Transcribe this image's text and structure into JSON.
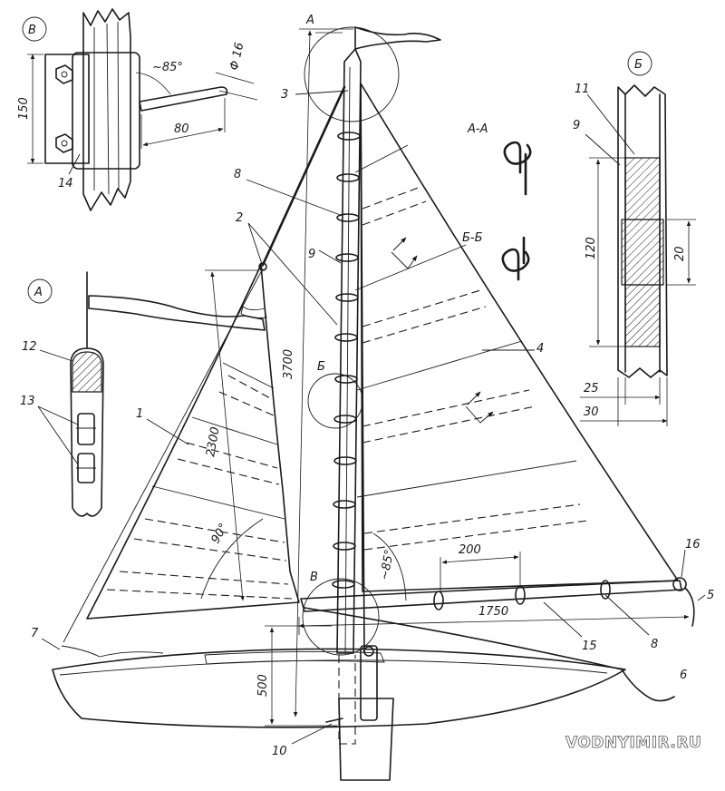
{
  "detail_views": {
    "v": {
      "marker": "В",
      "height_dim": "150",
      "angle": "~85°",
      "diameter": "Φ 16",
      "length": "80",
      "part": "14"
    },
    "a": {
      "marker": "А",
      "part_top": "12",
      "part_fittings": "13"
    },
    "b": {
      "marker": "Б",
      "part_top": "11",
      "part_side": "9",
      "height_dim": "120",
      "gap_dim": "20",
      "inner_width": "25",
      "outer_width": "30"
    }
  },
  "sections": {
    "aa": "А-А",
    "bb": "Б-Б"
  },
  "main_view": {
    "mast_height": "3700",
    "sail_edge": "2300",
    "right_angle": "90°",
    "boom_angle": "~85°",
    "hoop_spacing": "200",
    "boom_length": "1750",
    "mast_step_height": "500",
    "cut_a": "А",
    "cut_b": "Б",
    "node_v": "В"
  },
  "callouts": {
    "sail": "1",
    "battens": "2",
    "masthead": "3",
    "luff": "4",
    "sheet": "5",
    "rope": "6",
    "bow": "7",
    "hoops_mast": "8",
    "hoops_boom": "8",
    "mast": "9",
    "step": "10",
    "boom": "15",
    "clew": "16"
  },
  "watermark": "VODNYIMIR.RU"
}
